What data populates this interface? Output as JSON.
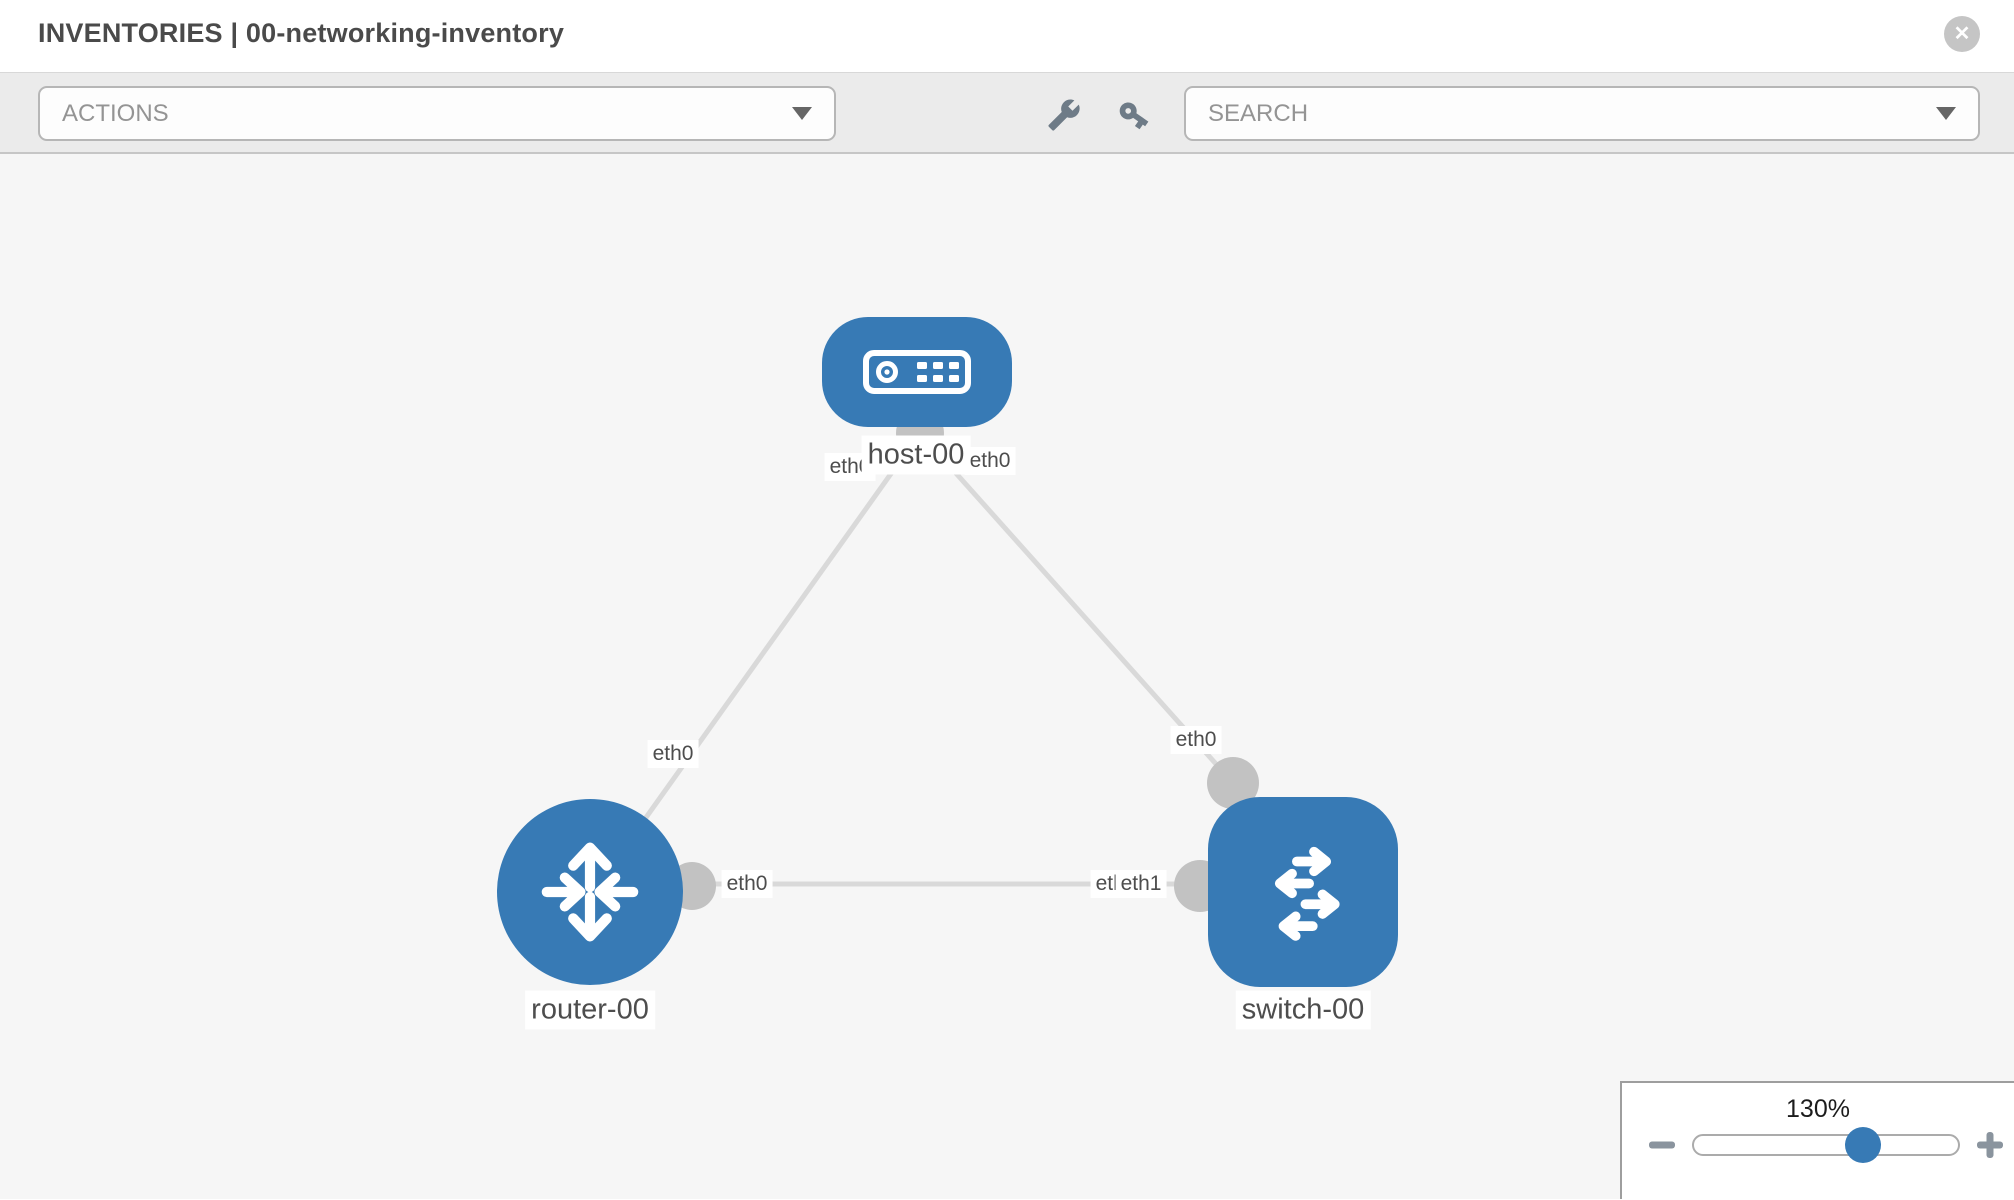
{
  "header": {
    "title": "INVENTORIES | 00-networking-inventory",
    "close_label": "✕"
  },
  "toolbar": {
    "actions_placeholder": "ACTIONS",
    "search_placeholder": "SEARCH"
  },
  "colors": {
    "node_blue": "#377ab5",
    "link_gray": "#d9d9d9",
    "endpoint_gray": "#c2c2c2",
    "canvas_bg": "#f6f6f6",
    "toolbar_bg": "#ebebeb"
  },
  "topology": {
    "nodes": [
      {
        "id": "host-00",
        "label": "host-00",
        "type": "host",
        "shape": "rounded-rect"
      },
      {
        "id": "router-00",
        "label": "router-00",
        "type": "router",
        "shape": "circle"
      },
      {
        "id": "switch-00",
        "label": "switch-00",
        "type": "switch",
        "shape": "rounded-square"
      }
    ],
    "links": [
      {
        "source": "host-00",
        "target": "router-00",
        "source_interface": "eth0",
        "target_interface": "eth0"
      },
      {
        "source": "host-00",
        "target": "switch-00",
        "source_interface": "eth0",
        "target_interface": "eth0"
      },
      {
        "source": "router-00",
        "target": "switch-00",
        "source_interface": "eth0",
        "target_interface": "eth1",
        "target_interface_overlapped": "eth0"
      }
    ]
  },
  "zoom_control": {
    "level": "130%",
    "slider_percent": 64
  }
}
